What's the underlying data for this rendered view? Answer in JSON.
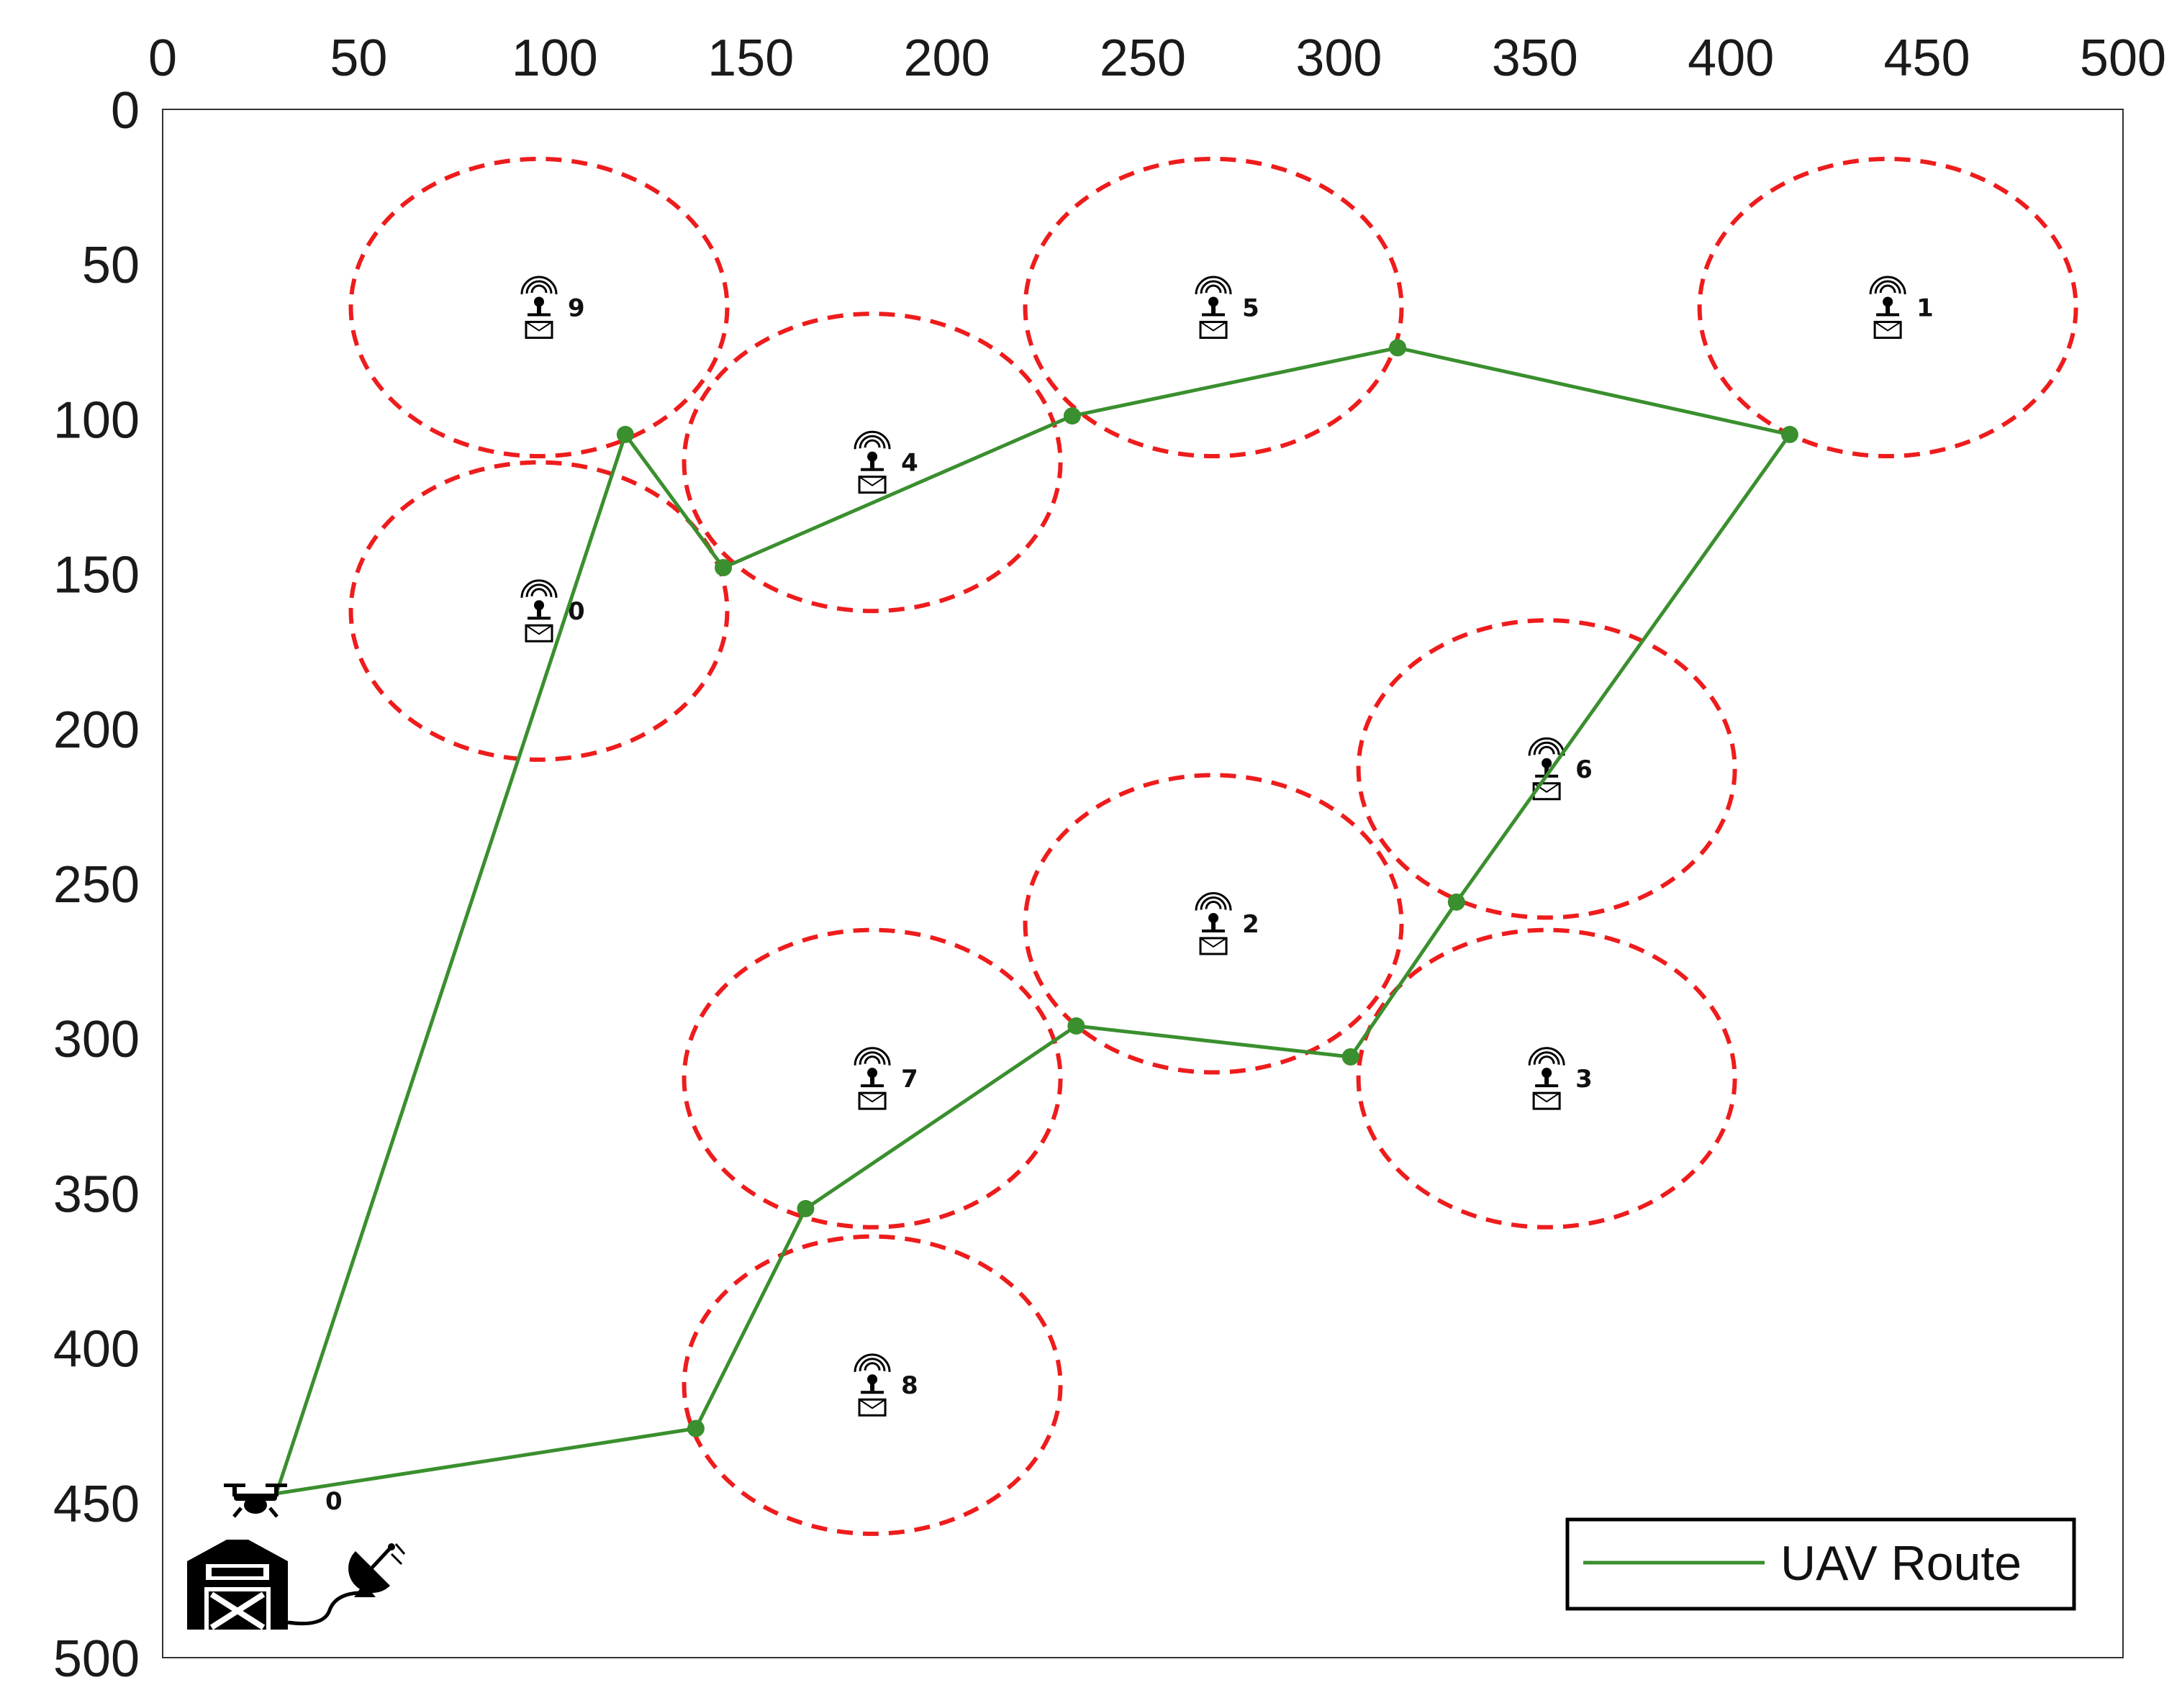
{
  "chart_data": {
    "type": "scatter",
    "title": "",
    "xlabel": "",
    "ylabel": "",
    "xlim": [
      0,
      500
    ],
    "ylim": [
      0,
      500
    ],
    "y_inverted": true,
    "x_ticks": [
      0,
      50,
      100,
      150,
      200,
      250,
      300,
      350,
      400,
      450,
      500
    ],
    "y_ticks": [
      0,
      50,
      100,
      150,
      200,
      250,
      300,
      350,
      400,
      450,
      500
    ],
    "grid": false,
    "legend": {
      "placement": "bottom-right",
      "entries": [
        "UAV Route"
      ]
    },
    "colors": {
      "route": "#3a8f2e",
      "coverage": "#ee1c1c",
      "axis": "#333333"
    },
    "sensors": [
      {
        "id": "0",
        "x": 96,
        "y": 162,
        "radius": 48
      },
      {
        "id": "1",
        "x": 440,
        "y": 64,
        "radius": 48
      },
      {
        "id": "2",
        "x": 268,
        "y": 263,
        "radius": 48
      },
      {
        "id": "3",
        "x": 353,
        "y": 313,
        "radius": 48
      },
      {
        "id": "4",
        "x": 181,
        "y": 114,
        "radius": 48
      },
      {
        "id": "5",
        "x": 268,
        "y": 64,
        "radius": 48
      },
      {
        "id": "6",
        "x": 353,
        "y": 213,
        "radius": 48
      },
      {
        "id": "7",
        "x": 181,
        "y": 313,
        "radius": 48
      },
      {
        "id": "8",
        "x": 181,
        "y": 412,
        "radius": 48
      },
      {
        "id": "9",
        "x": 96,
        "y": 64,
        "radius": 48
      }
    ],
    "depot": {
      "id": "0",
      "x": 29,
      "y": 447
    },
    "series": [
      {
        "name": "UAV Route",
        "points": [
          [
            29,
            447
          ],
          [
            118,
            105
          ],
          [
            143,
            148
          ],
          [
            232,
            99
          ],
          [
            315,
            77
          ],
          [
            415,
            105
          ],
          [
            330,
            256
          ],
          [
            303,
            306
          ],
          [
            233,
            296
          ],
          [
            164,
            355
          ],
          [
            136,
            426
          ],
          [
            29,
            447
          ]
        ]
      }
    ]
  }
}
